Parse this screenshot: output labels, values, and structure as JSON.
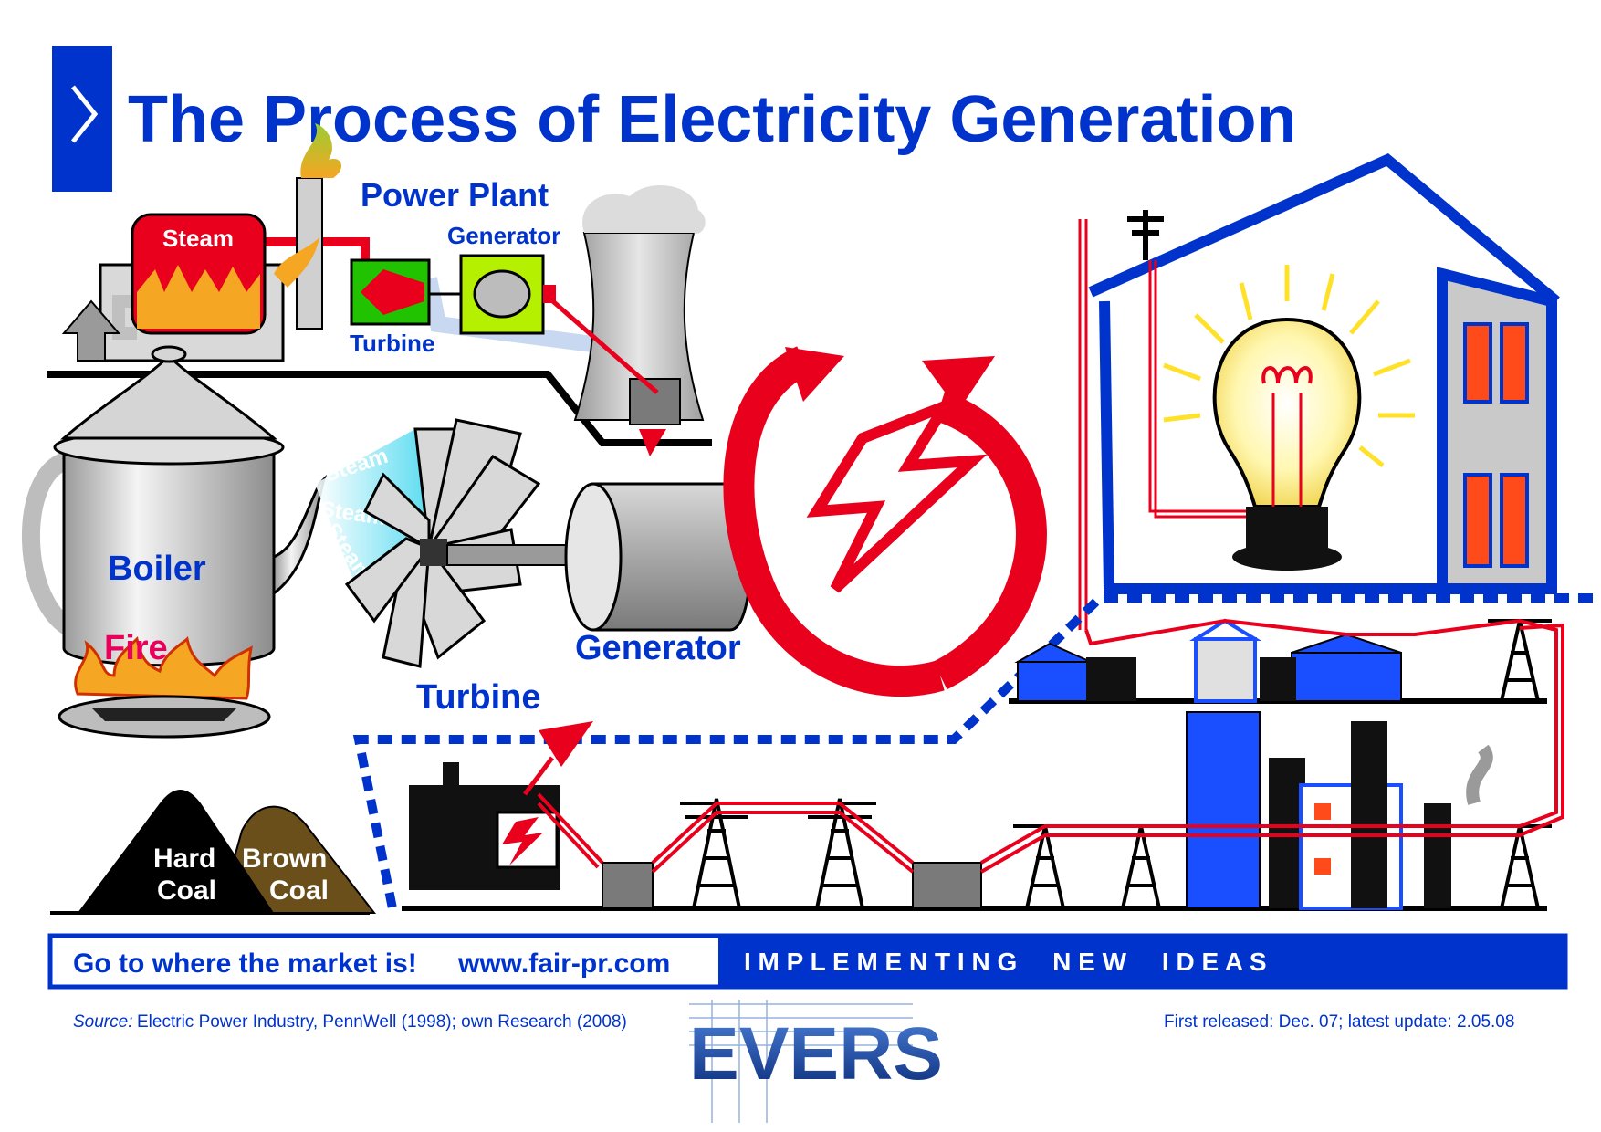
{
  "header": {
    "title": "The Process of Electricity Generation",
    "nav_glyph": ">"
  },
  "labels": {
    "power_plant": "Power Plant",
    "steam_box": "Steam",
    "plant_generator": "Generator",
    "plant_turbine": "Turbine",
    "boiler": "Boiler",
    "fire": "Fire",
    "steam_1": "Steam",
    "steam_2": "Steam",
    "steam_3": "Steam",
    "turbine": "Turbine",
    "generator": "Generator",
    "hard_coal_1": "Hard",
    "hard_coal_2": "Coal",
    "brown_coal_1": "Brown",
    "brown_coal_2": "Coal"
  },
  "banner": {
    "slogan": "Go to where the market is!",
    "url": "www.fair-pr.com",
    "tagline": "I M P L E M E N T I N G     N E W     I D E A S"
  },
  "footer": {
    "source_label": "Source:",
    "source_text": "Electric Power Industry, PennWell (1998); own Research (2008)",
    "release": "First released: Dec. 07; latest update: 2.05.08",
    "logo_text": "EVERS"
  },
  "colors": {
    "brand_blue": "#0033cc",
    "bright_blue": "#1a4fff",
    "power_red": "#e8001c",
    "fire_pink": "#e8005a",
    "coal_brown": "#6b4f1a"
  }
}
